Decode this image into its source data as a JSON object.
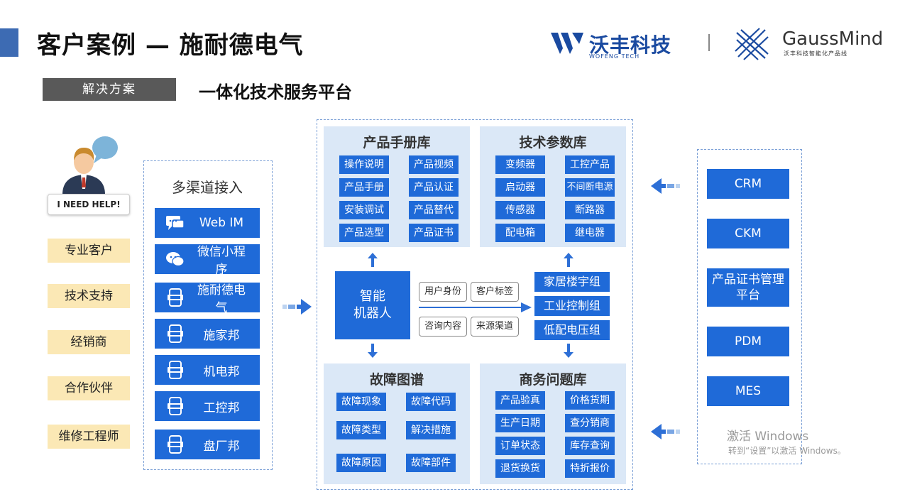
{
  "header": {
    "title": "客户案例 — 施耐德电气",
    "logo_cn": "沃丰科技",
    "logo_en": "WOFENG TECH",
    "partner_name": "GaussMind",
    "partner_sub": "沃丰科技智能化产品线"
  },
  "solution": {
    "tag": "解决方案",
    "title": "一体化技术服务平台"
  },
  "customer": {
    "help_text": "I NEED HELP!",
    "types": [
      "专业客户",
      "技术支持",
      "经销商",
      "合作伙伴",
      "维修工程师"
    ]
  },
  "channels": {
    "title": "多渠道接入",
    "items": [
      {
        "label": "Web IM",
        "icon": "chat-icon"
      },
      {
        "label": "微信小程序",
        "icon": "wechat-icon"
      },
      {
        "label": "施耐德电气",
        "icon": "official-account-icon"
      },
      {
        "label": "施家邦",
        "icon": "official-account-icon"
      },
      {
        "label": "机电邦",
        "icon": "official-account-icon"
      },
      {
        "label": "工控邦",
        "icon": "official-account-icon"
      },
      {
        "label": "盘厂邦",
        "icon": "official-account-icon"
      }
    ]
  },
  "knowledge": {
    "manual": {
      "title": "产品手册库",
      "items": [
        "操作说明",
        "产品视频",
        "产品手册",
        "产品认证",
        "安装调试",
        "产品替代",
        "产品选型",
        "产品证书"
      ]
    },
    "params": {
      "title": "技术参数库",
      "items": [
        "变频器",
        "工控产品",
        "启动器",
        "不间断电源",
        "传感器",
        "断路器",
        "配电箱",
        "继电器"
      ]
    },
    "fault": {
      "title": "故障图谱",
      "items": [
        "故障现象",
        "故障代码",
        "故障类型",
        "解决措施",
        "故障原因",
        "故障部件"
      ]
    },
    "business": {
      "title": "商务问题库",
      "items": [
        "产品验真",
        "价格货期",
        "生产日期",
        "查分销商",
        "订单状态",
        "库存查询",
        "退货换货",
        "特折报价"
      ]
    }
  },
  "robot": {
    "line1": "智能",
    "line2": "机器人",
    "attributes": [
      "用户身份",
      "客户标签",
      "咨询内容",
      "来源渠道"
    ],
    "groups": [
      "家居楼宇组",
      "工业控制组",
      "低配电压组"
    ]
  },
  "systems": {
    "items": [
      "CRM",
      "CKM",
      "产品证书管理平台",
      "PDM",
      "MES"
    ]
  },
  "watermark": {
    "line1": "激活 Windows",
    "line2": "转到“设置”以激活 Windows。"
  },
  "colors": {
    "accent_blue": "#1f6ad8",
    "panel_blue": "#dbe8f7",
    "customer_yellow": "#fbe8b5",
    "tag_gray": "#595959"
  }
}
